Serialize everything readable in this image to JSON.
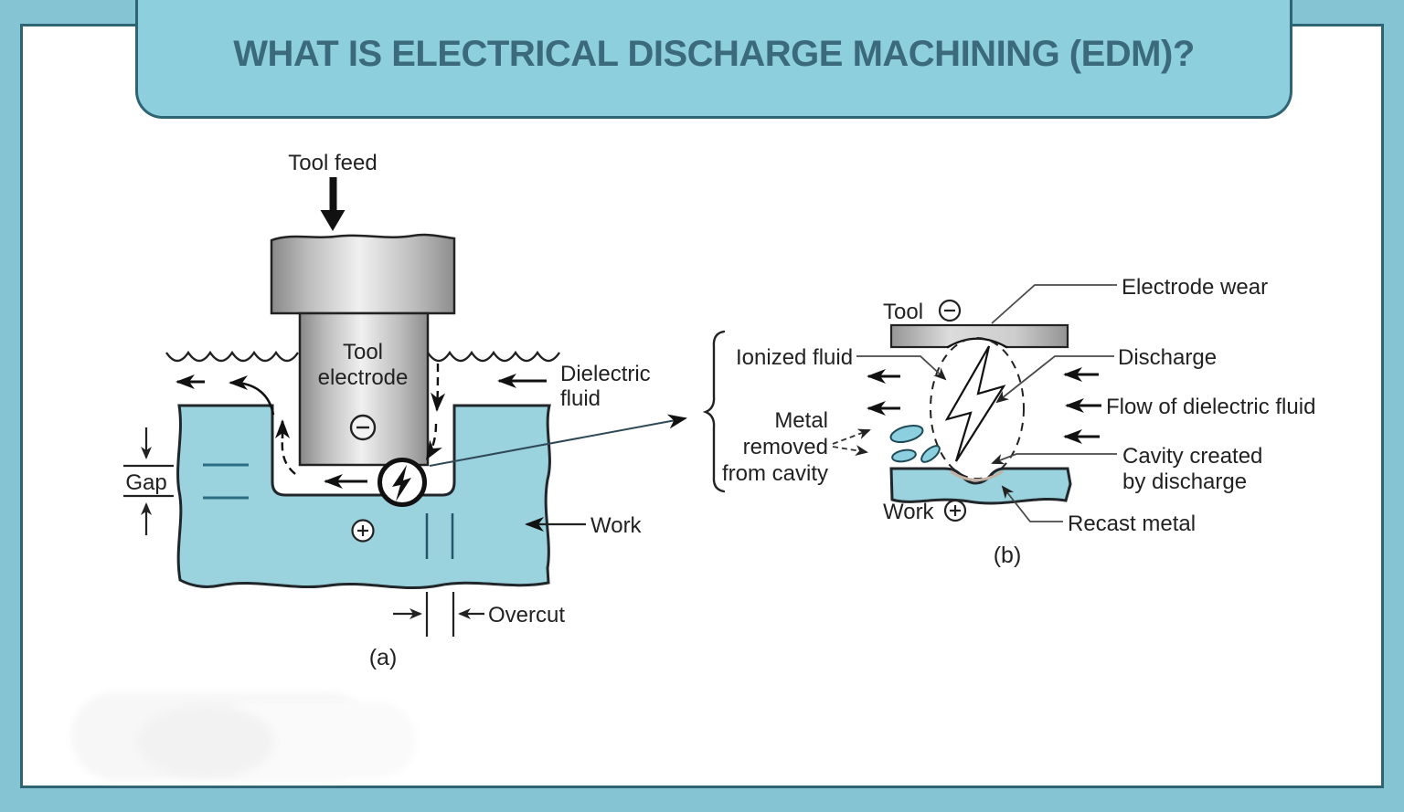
{
  "slide": {
    "title": "WHAT IS ELECTRICAL DISCHARGE MACHINING (EDM)?"
  },
  "colors": {
    "outer_border_teal": "#85c4d3",
    "banner_fill": "#8ecfdd",
    "banner_border": "#2e6474",
    "title_text": "#3b6a7c",
    "work_fill": "#9ad2de",
    "debris_fill": "#8ccfdf",
    "outline": "#222222",
    "electrode_gray_light": "#f0f0f0",
    "electrode_gray_dark": "#8e8e8e"
  },
  "icons": {
    "spark_icon": "lightning-bolt",
    "tool_polarity_icon": "circled-minus",
    "work_polarity_icon": "circled-plus"
  },
  "diagram_a": {
    "caption": "(a)",
    "tool_feed": "Tool feed",
    "electrode_label_line1": "Tool",
    "electrode_label_line2": "electrode",
    "dielectric_label_line1": "Dielectric",
    "dielectric_label_line2": "fluid",
    "gap_label": "Gap",
    "work_label": "Work",
    "overcut_label": "Overcut"
  },
  "diagram_b": {
    "caption": "(b)",
    "tool_label": "Tool",
    "work_label": "Work",
    "electrode_wear_label": "Electrode wear",
    "discharge_label": "Discharge",
    "flow_label": "Flow of dielectric fluid",
    "ionized_fluid_label": "Ionized fluid",
    "metal_removed_line1": "Metal",
    "metal_removed_line2": "removed",
    "metal_removed_line3": "from cavity",
    "cavity_created_line1": "Cavity created",
    "cavity_created_line2": "by discharge",
    "recast_metal_label": "Recast metal"
  }
}
